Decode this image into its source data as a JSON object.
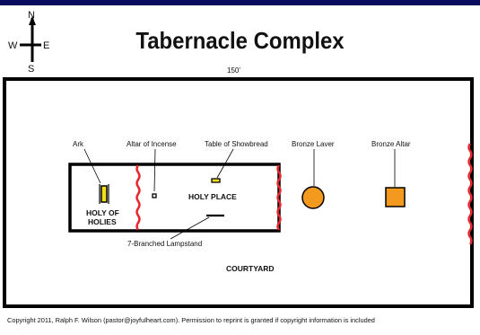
{
  "title": "Tabernacle Complex",
  "dimension": "150'",
  "compass": {
    "n": "N",
    "s": "S",
    "e": "E",
    "w": "W"
  },
  "labels": {
    "ark": "Ark",
    "altar_incense": "Altar of Incense",
    "table_showbread": "Table of Showbread",
    "bronze_laver": "Bronze Laver",
    "bronze_altar": "Bronze Altar",
    "holy_of_holies_1": "HOLY OF",
    "holy_of_holies_2": "HOLIES",
    "holy_place": "HOLY PLACE",
    "lampstand": "7-Branched Lampstand",
    "courtyard": "COURTYARD"
  },
  "copyright": "Copyright 2011, Ralph F. Wilson (pastor@joyfulheart.com). Permission to reprint is granted if copyright information is included",
  "colors": {
    "curtain": "#e8262c",
    "bronze": "#f39a1e",
    "ark_gold": "#f2e01a",
    "frame": "#000000",
    "top_bar": "#0a0a5e"
  }
}
